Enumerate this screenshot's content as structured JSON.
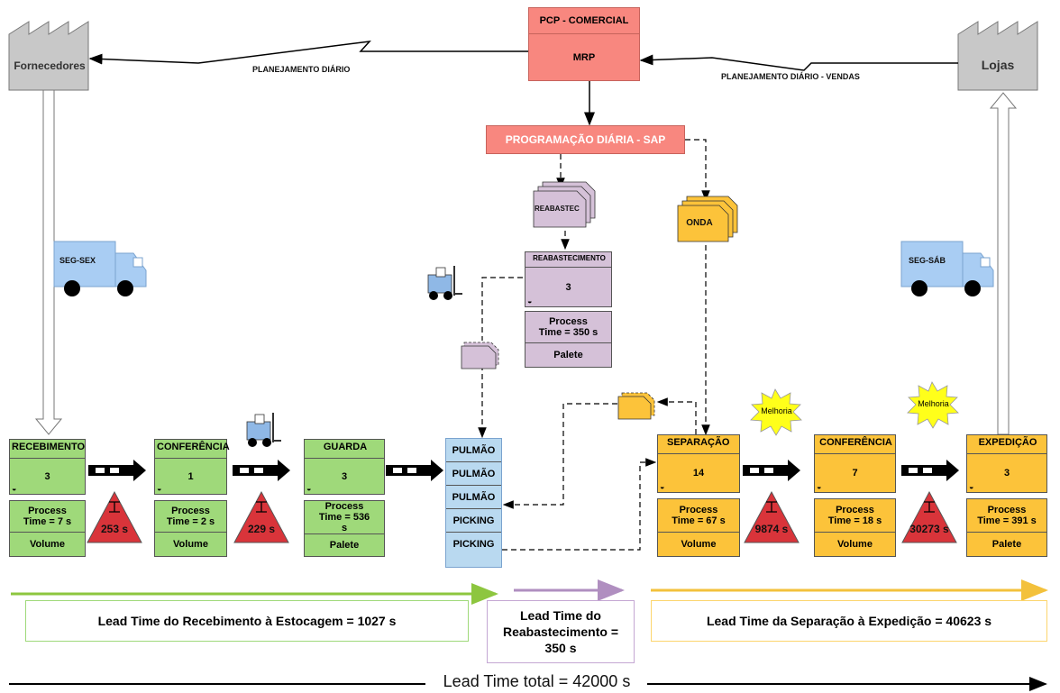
{
  "top": {
    "pcp_label": "PCP - COMERCIAL",
    "mrp_label": "MRP",
    "programacao_label": "PROGRAMAÇÃO DIÁRIA - SAP",
    "fornecedores_label": "Fornecedores",
    "lojas_label": "Lojas",
    "planejamento_left": "PLANEJAMENTO DIÁRIO",
    "planejamento_right": "PLANEJAMENTO DIÁRIO - VENDAS"
  },
  "trucks": {
    "left": "SEG-SEX",
    "right": "SEG-SÁB"
  },
  "kanbans": {
    "reabastec": "REABASTEC",
    "onda": "ONDA"
  },
  "reabastecimento": {
    "title": "REABASTECIMENTO",
    "operators": "3",
    "process_time": "Process Time = 350 s",
    "unit": "Palete"
  },
  "processes": [
    {
      "title": "RECEBIMENTO",
      "operators": "3",
      "process_time": "Process Time = 7 s",
      "unit": "Volume"
    },
    {
      "title": "CONFERÊNCIA",
      "operators": "1",
      "process_time": "Process Time = 2 s",
      "unit": "Volume"
    },
    {
      "title": "GUARDA",
      "operators": "3",
      "process_time": "Process Time = 536 s",
      "unit": "Palete"
    },
    {
      "title": "SEPARAÇÃO",
      "operators": "14",
      "process_time": "Process Time = 67 s",
      "unit": "Volume"
    },
    {
      "title": "CONFERÊNCIA",
      "operators": "7",
      "process_time": "Process Time = 18 s",
      "unit": "Volume"
    },
    {
      "title": "EXPEDIÇÃO",
      "operators": "3",
      "process_time": "Process Time = 391 s",
      "unit": "Palete"
    }
  ],
  "inventory": [
    "253 s",
    "229 s",
    "9874 s",
    "30273 s"
  ],
  "storage": [
    "PULMÃO",
    "PULMÃO",
    "PULMÃO",
    "PICKING",
    "PICKING"
  ],
  "melhoria": [
    "Melhoria",
    "Melhoria"
  ],
  "lead_times": {
    "estocagem": "Lead Time do Recebimento à Estocagem =  1027 s",
    "reabastecimento": "Lead Time do Reabastecimento = 350 s",
    "separacao": "Lead Time da Separação à Expedição = 40623 s",
    "total": "Lead Time total = 42000 s"
  },
  "colors": {
    "green": "#9fd97a",
    "orange": "#fcc33a",
    "purple": "#d5c1d8",
    "salmon": "#f8877f",
    "blue_storage": "#b9d9f0",
    "truck": "#a9cdf3",
    "triangle": "#d9343a"
  }
}
